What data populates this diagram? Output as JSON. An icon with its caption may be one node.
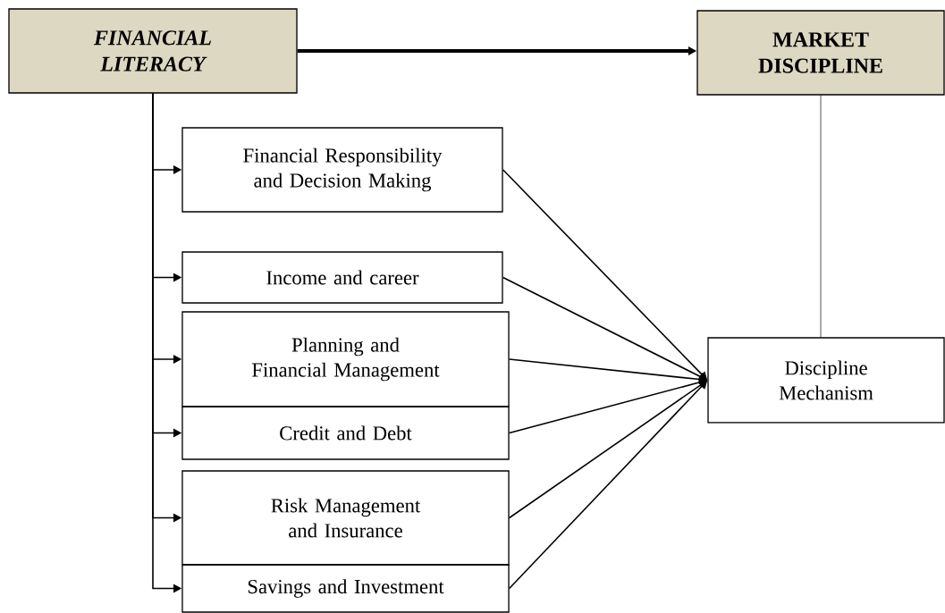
{
  "diagram": {
    "nodes": [
      {
        "text": [
          "FINANCIAL LITERACY"
        ]
      },
      {
        "text": [
          "MARKET DISCIPLINE"
        ]
      },
      {
        "text": [
          "Financial Responsibility and Decision Making"
        ]
      },
      {
        "text": [
          "Income and career"
        ]
      },
      {
        "text": [
          "Planning and Financial Management"
        ]
      },
      {
        "text": [
          "Credit and Debt"
        ]
      },
      {
        "text": [
          "Risk Management and Insurance"
        ]
      },
      {
        "text": [
          "Savings and Investment"
        ]
      },
      {
        "text": [
          "Discipline Mechanism"
        ]
      }
    ],
    "edges": [
      {
        "from": 0,
        "to": 1,
        "arrow": "to",
        "style": "thick"
      },
      {
        "from": 0,
        "to": 2,
        "arrow": "to"
      },
      {
        "from": 0,
        "to": 3,
        "arrow": "to"
      },
      {
        "from": 0,
        "to": 4,
        "arrow": "to"
      },
      {
        "from": 0,
        "to": 5,
        "arrow": "to"
      },
      {
        "from": 0,
        "to": 6,
        "arrow": "to"
      },
      {
        "from": 0,
        "to": 7,
        "arrow": "to"
      },
      {
        "from": 2,
        "to": 8,
        "arrow": "to"
      },
      {
        "from": 3,
        "to": 8,
        "arrow": "to"
      },
      {
        "from": 4,
        "to": 8,
        "arrow": "to"
      },
      {
        "from": 5,
        "to": 8,
        "arrow": "to"
      },
      {
        "from": 6,
        "to": 8,
        "arrow": "to"
      },
      {
        "from": 7,
        "to": 8,
        "arrow": "to"
      },
      {
        "from": 1,
        "to": 8,
        "arrow": "none"
      }
    ]
  }
}
